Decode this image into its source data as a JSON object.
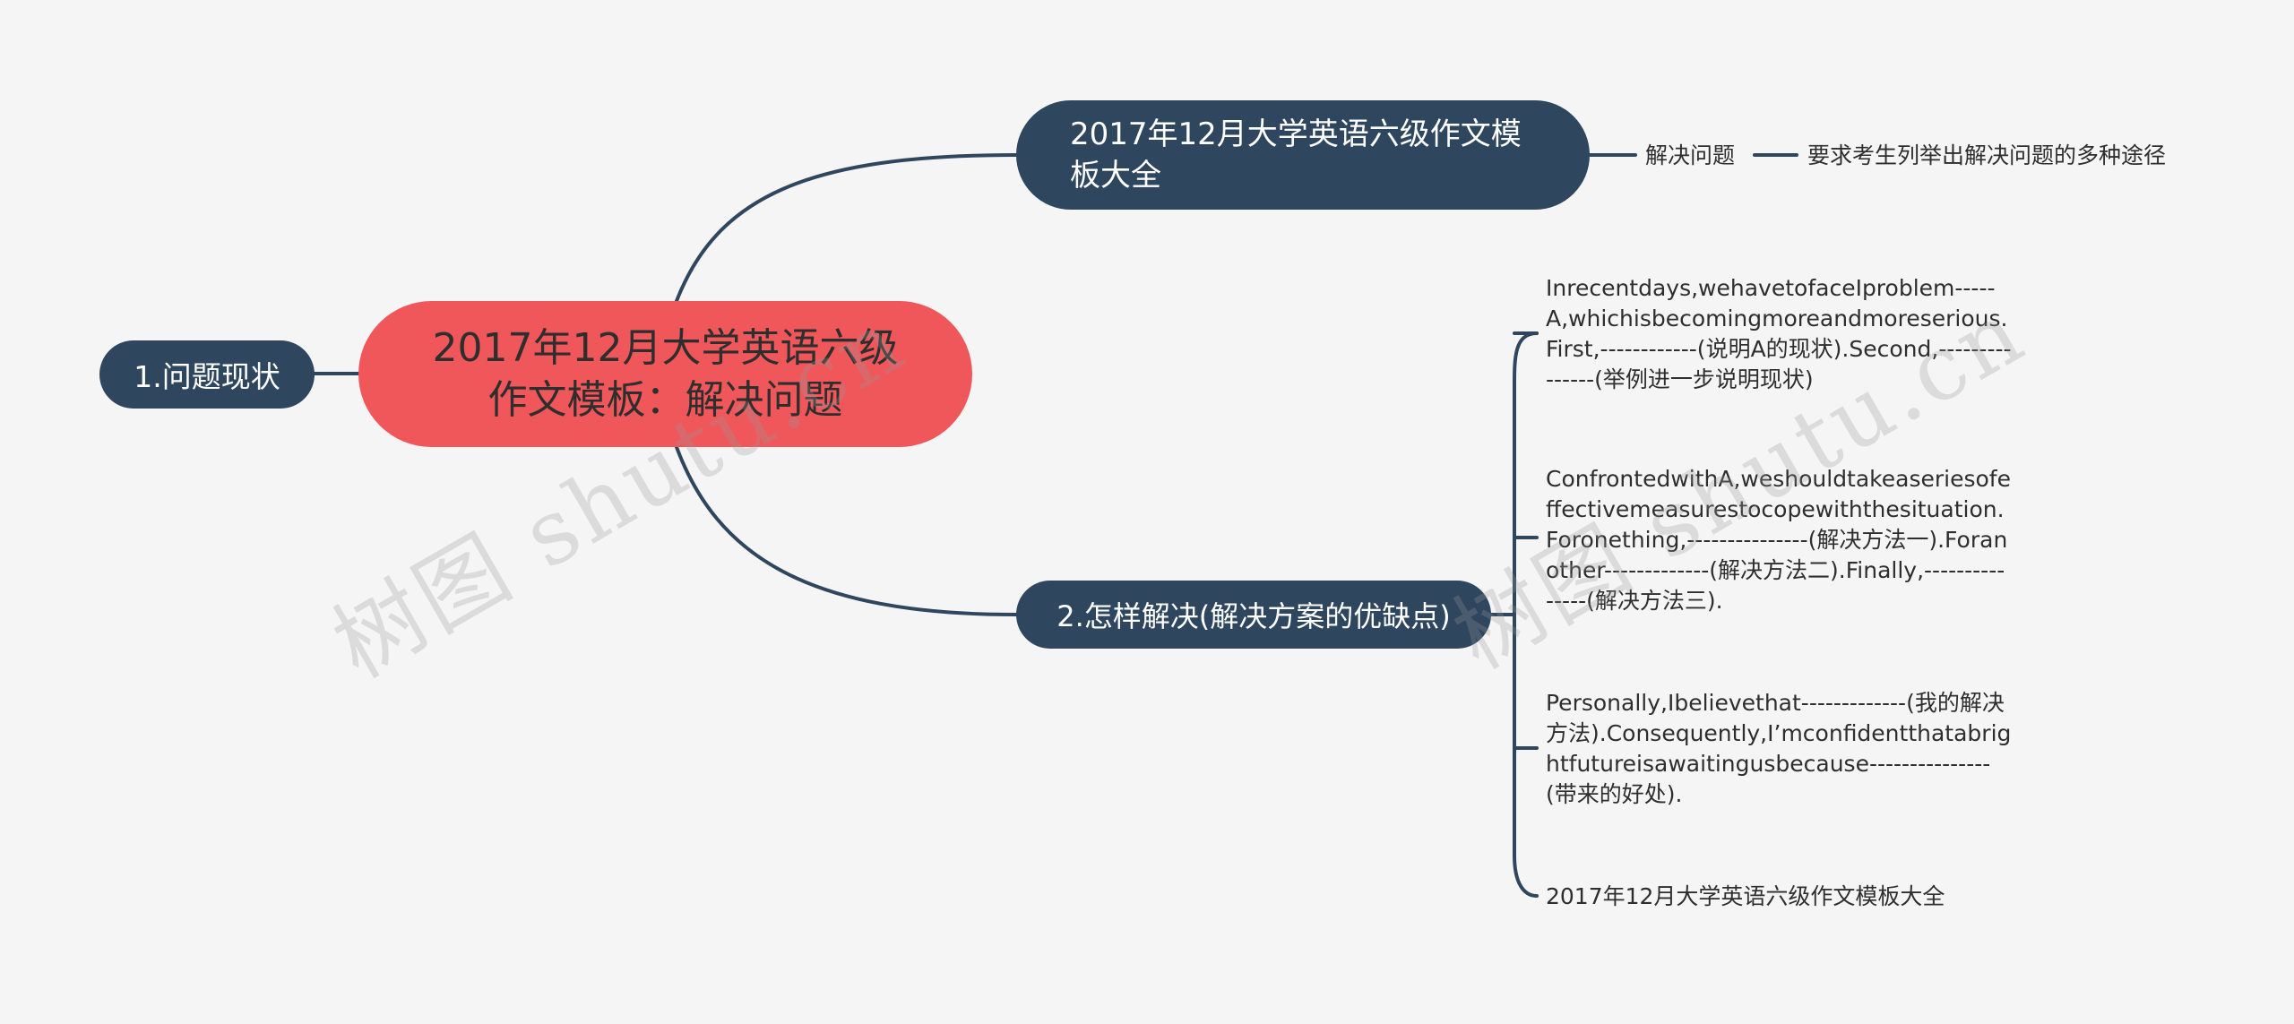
{
  "mindmap": {
    "root": {
      "label": "2017年12月大学英语六级作文模板：解决问题"
    },
    "left_branch": {
      "label": "1.问题现状"
    },
    "top_branch": {
      "label": "2017年12月大学英语六级作文模板大全",
      "child": {
        "label": "解决问题"
      },
      "grandchild": {
        "label": "要求考生列举出解决问题的多种途径"
      }
    },
    "bottom_branch": {
      "label": "2.怎样解决(解决方案的优缺点)",
      "children": [
        {
          "label": "Inrecentdays,wehavetofaceIproblem-----A,whichisbecomingmoreandmoreserious.First,------------(说明A的现状).Second,---------------(举例进一步说明现状)"
        },
        {
          "label": "ConfrontedwithA,weshouldtakeaseriesofeffectivemeasurestocopewiththesituation.Foronething,---------------(解决方法一).Foranother-------------(解决方法二).Finally,---------------(解决方法三)."
        },
        {
          "label": "Personally,Ibelievethat-------------(我的解决方法).Consequently,I’mconfidentthatabrightfutureisawaitingusbecause---------------(带来的好处)."
        },
        {
          "label": "2017年12月大学英语六级作文模板大全"
        }
      ]
    }
  },
  "watermark": {
    "text": "树图 shutu.cn"
  },
  "colors": {
    "background": "#f5f5f5",
    "root_fill": "#f0575a",
    "node_fill": "#2f465f",
    "line": "#2f465f"
  }
}
